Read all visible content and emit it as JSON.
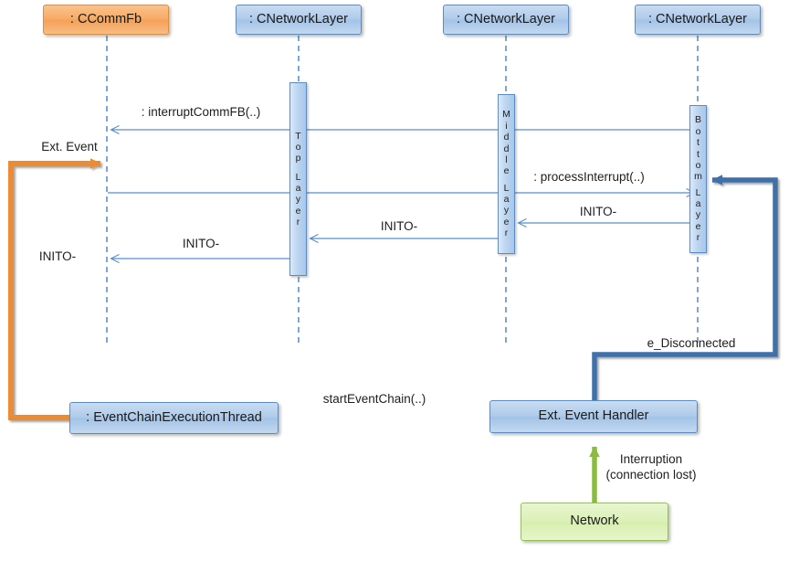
{
  "diagram": {
    "title": "UML sequence diagram - external event interruption handling",
    "colors": {
      "orange_fill": "#f6ab66",
      "orange_border": "#de8d3e",
      "orange_arrow": "#ed8b33",
      "blue_fill": "#aecbea",
      "blue_border": "#5a8cc4",
      "blue_arrow_thin": "#4a7ebb",
      "blue_arrow_thick": "#3f6fa8",
      "green_fill": "#dcf0b8",
      "green_border": "#93c34d",
      "green_arrow": "#8cba45",
      "lifeline": "#4a7ebb",
      "text": "#1d1d1d",
      "background": "#ffffff"
    }
  },
  "participants": [
    {
      "id": "ccommfb",
      "label": ": CCommFb",
      "style": "orange"
    },
    {
      "id": "toplayer",
      "label": ": CNetworkLayer",
      "style": "blue"
    },
    {
      "id": "midlayer",
      "label": ": CNetworkLayer",
      "style": "blue"
    },
    {
      "id": "botlayer",
      "label": ": CNetworkLayer",
      "style": "blue"
    }
  ],
  "activations": [
    {
      "id": "top",
      "label": "Top Layer",
      "chars": [
        "T",
        "o",
        "p",
        "",
        "L",
        "a",
        "y",
        "e",
        "r"
      ]
    },
    {
      "id": "middle",
      "label": "Middle Layer",
      "chars": [
        "M",
        "i",
        "d",
        "d",
        "l",
        "e",
        "",
        "L",
        "a",
        "y",
        "e",
        "r"
      ]
    },
    {
      "id": "bottom",
      "label": "Bottom Layer",
      "chars": [
        "B",
        "o",
        "t",
        "t",
        "o",
        "m",
        "",
        "L",
        "a",
        "y",
        "e",
        "r"
      ]
    }
  ],
  "messages": [
    {
      "id": "m1",
      "label": ": interruptCommFB(..)",
      "kind": "thin-blue"
    },
    {
      "id": "m2",
      "label": ": processInterrupt(..)",
      "kind": "thin-blue"
    },
    {
      "id": "m3",
      "label": "INITO-",
      "kind": "thin-blue"
    },
    {
      "id": "m4",
      "label": "INITO-",
      "kind": "thin-blue"
    },
    {
      "id": "m5",
      "label": "INITO-",
      "kind": "thin-blue"
    },
    {
      "id": "m6",
      "label": "Ext. Event",
      "kind": "thick-orange"
    },
    {
      "id": "m7",
      "label": "INITO-",
      "kind": "thick-orange"
    },
    {
      "id": "m8",
      "label": "e_Disconnected",
      "kind": "thick-blue"
    },
    {
      "id": "m9",
      "label": "startEventChain(..)",
      "kind": "thick-blue"
    },
    {
      "id": "m10",
      "label": "Interruption",
      "label2": "(connection lost)",
      "kind": "thick-green"
    }
  ],
  "nodes": [
    {
      "id": "eventchain",
      "label": ": EventChainExecutionThread",
      "style": "blue"
    },
    {
      "id": "exthandler",
      "label": "Ext. Event Handler",
      "style": "blue"
    },
    {
      "id": "network",
      "label": "Network",
      "style": "green"
    }
  ]
}
